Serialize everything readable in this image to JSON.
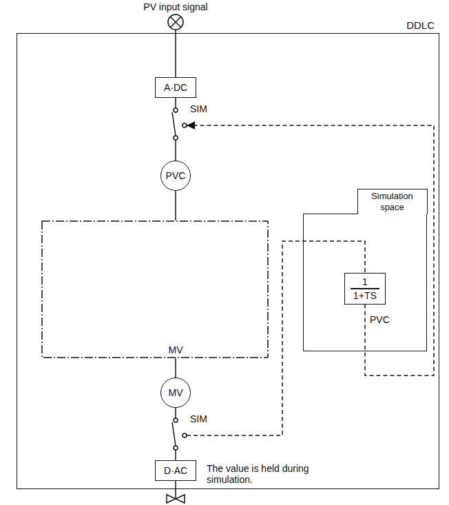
{
  "diagram": {
    "nodes": [
      {
        "text": [
          "DDLC"
        ]
      },
      {
        "text": [
          "A·DC"
        ],
        "in": 0
      },
      {
        "text": [
          "PVC"
        ],
        "in": 0
      },
      {
        "text": [
          "MV"
        ],
        "in": 0
      },
      {
        "text": [
          "MV"
        ],
        "in": 0
      },
      {
        "text": [
          "D·AC"
        ],
        "in": 0
      },
      {
        "text": [
          "Simulation space"
        ],
        "in": 0
      },
      {
        "text": [
          "1",
          "1+TS"
        ],
        "in": 6
      }
    ],
    "edges": [
      {
        "from": 1,
        "to": 2,
        "arrow": "none"
      },
      {
        "from": 2,
        "to": 3,
        "arrow": "none"
      },
      {
        "from": 3,
        "to": 4,
        "arrow": "none"
      },
      {
        "from": 4,
        "to": 5,
        "arrow": "none"
      },
      {
        "from": 4,
        "to": 7,
        "arrow": "none"
      },
      {
        "from": 7,
        "to": 2,
        "arrow": "to"
      }
    ],
    "labels": [
      "PV input signal",
      "SIM",
      "SIM",
      "PVC",
      "The value is held during simulation."
    ]
  }
}
